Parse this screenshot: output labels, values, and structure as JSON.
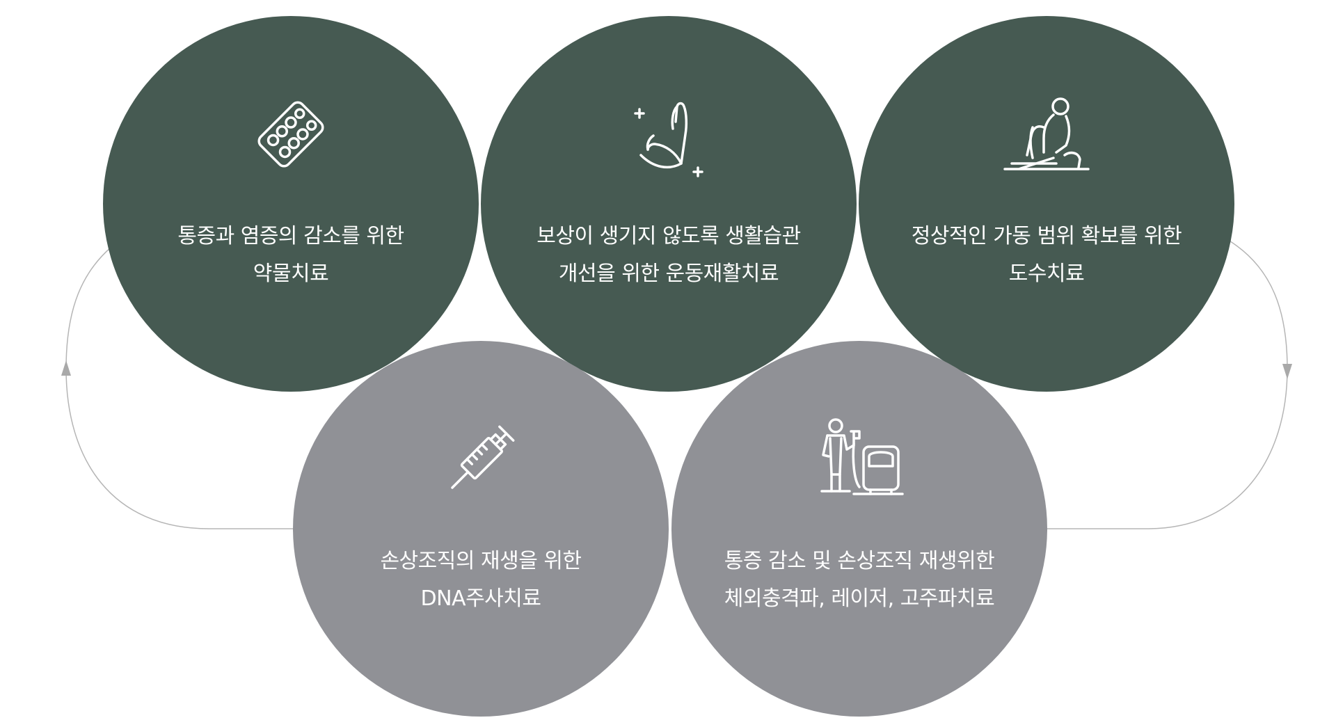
{
  "colors": {
    "green": "#465a52",
    "gray": "#909196",
    "connector": "#b5b5b5"
  },
  "treatments": [
    {
      "icon": "pill-pack-icon",
      "line1": "통증과 염증의 감소를 위한",
      "line2": "약물치료",
      "color": "#465a52"
    },
    {
      "icon": "arm-exercise-icon",
      "line1": "보상이 생기지 않도록 생활습관",
      "line2": "개선을 위한 운동재활치료",
      "color": "#465a52"
    },
    {
      "icon": "manual-therapy-icon",
      "line1": "정상적인 가동 범위 확보를 위한",
      "line2": "도수치료",
      "color": "#465a52"
    },
    {
      "icon": "syringe-icon",
      "line1": "손상조직의 재생을 위한",
      "line2": "DNA주사치료",
      "color": "#909196"
    },
    {
      "icon": "shockwave-machine-icon",
      "line1": "통증 감소 및 손상조직 재생위한",
      "line2": "체외충격파, 레이저, 고주파치료",
      "color": "#909196"
    }
  ]
}
